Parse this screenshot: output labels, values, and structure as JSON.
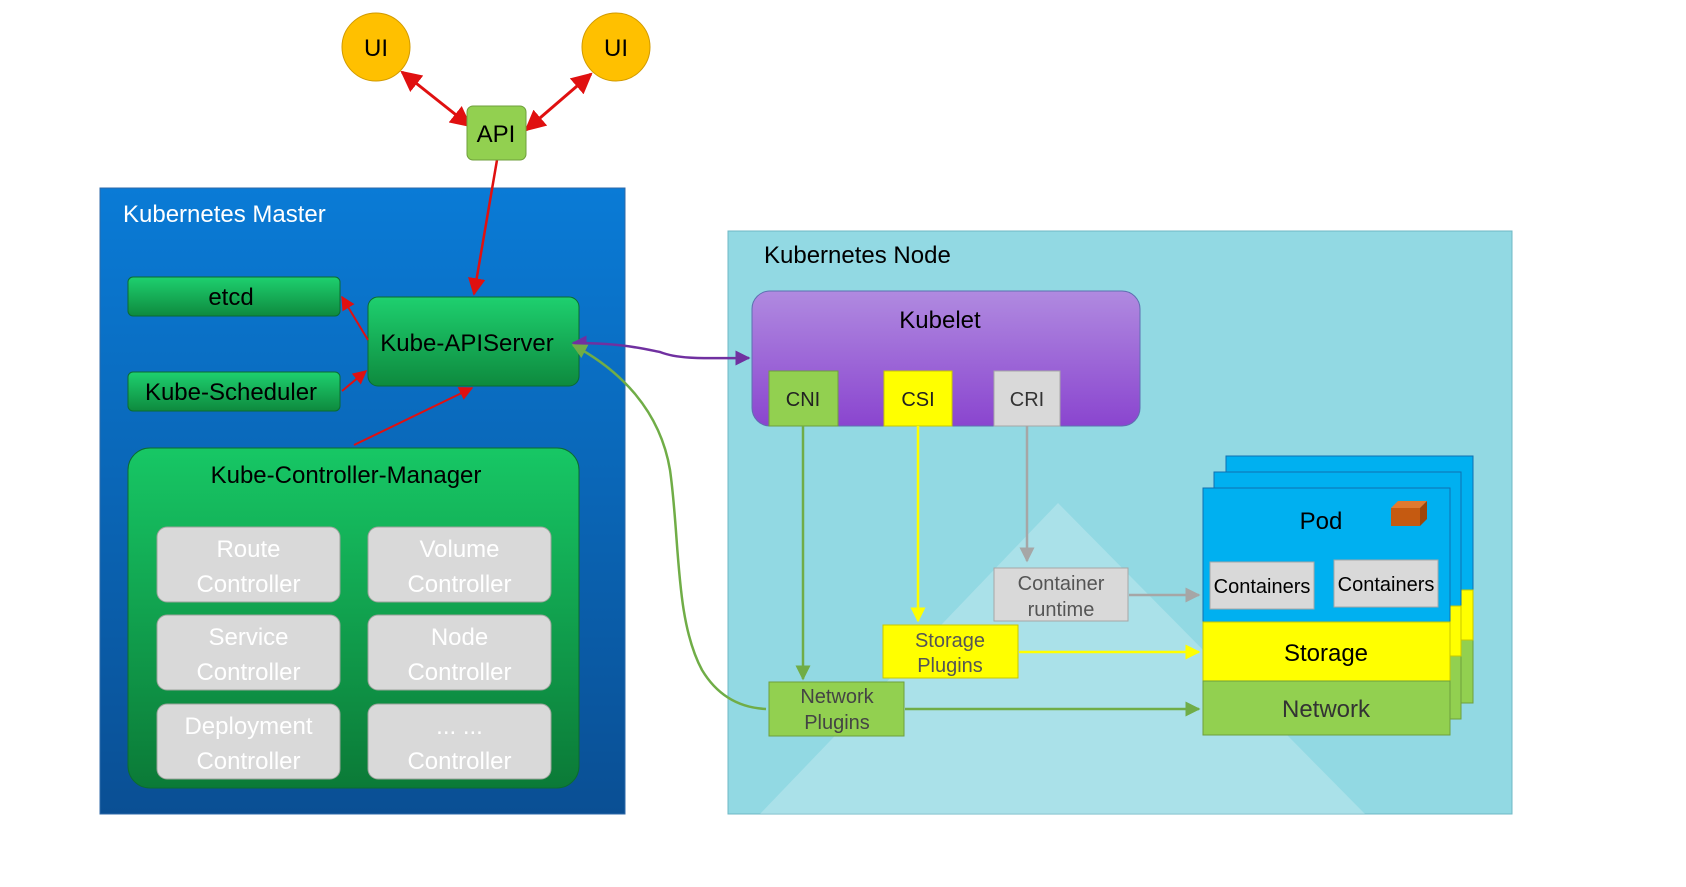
{
  "ui_nodes": [
    {
      "label": "UI"
    },
    {
      "label": "UI"
    }
  ],
  "api": {
    "label": "API"
  },
  "master": {
    "title": "Kubernetes Master",
    "etcd": "etcd",
    "scheduler": "Kube-Scheduler",
    "apiserver": "Kube-APIServer",
    "controller_manager": {
      "title": "Kube-Controller-Manager",
      "controllers": [
        [
          "Route",
          "Controller"
        ],
        [
          "Volume",
          "Controller"
        ],
        [
          "Service",
          "Controller"
        ],
        [
          "Node",
          "Controller"
        ],
        [
          "Deployment",
          "Controller"
        ],
        [
          "... ...",
          "Controller"
        ]
      ]
    }
  },
  "node": {
    "title": "Kubernetes Node",
    "kubelet": "Kubelet",
    "interfaces": [
      "CNI",
      "CSI",
      "CRI"
    ],
    "container_runtime": [
      "Container",
      "runtime"
    ],
    "storage_plugins": [
      "Storage",
      "Plugins"
    ],
    "network_plugins": [
      "Network",
      "Plugins"
    ],
    "pod": {
      "title": "Pod",
      "containers": [
        "Containers",
        "Containers"
      ],
      "storage": "Storage",
      "network": "Network"
    }
  },
  "colors": {
    "arrow_red": "#e01010",
    "arrow_purple": "#7030a0",
    "arrow_green": "#70ad47",
    "arrow_yellow": "#ffff00",
    "arrow_gray": "#a6a6a6",
    "ui_fill": "#ffc000",
    "api_fill": "#92d050",
    "node_fill": "#92d9e3",
    "pod_fill": "#00b0f0"
  }
}
